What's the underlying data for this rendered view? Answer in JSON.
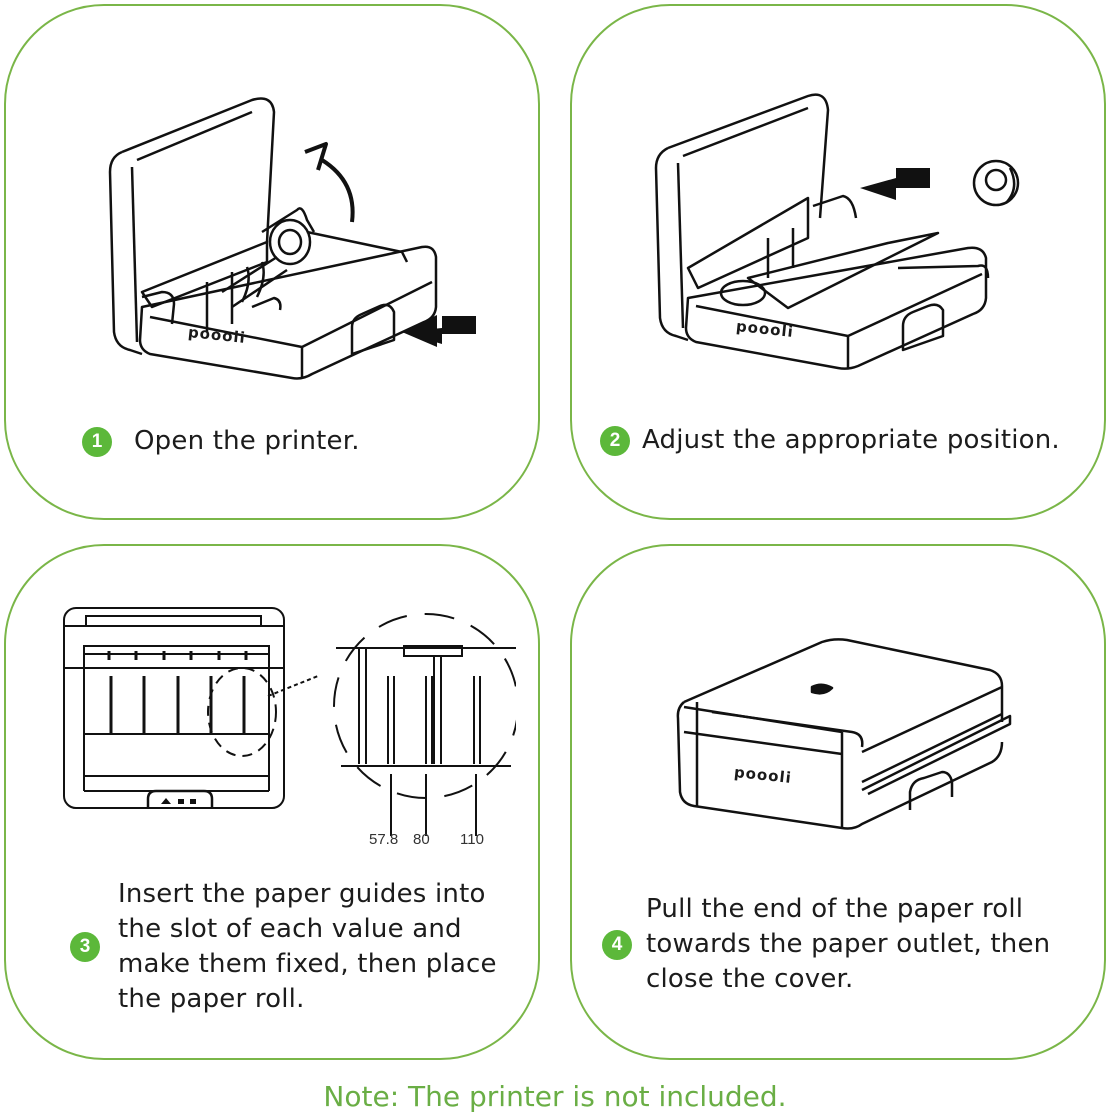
{
  "steps": [
    {
      "number": "1",
      "text": "Open the printer."
    },
    {
      "number": "2",
      "text": "Adjust the appropriate position."
    },
    {
      "number": "3",
      "lines": [
        "Insert the paper guides into",
        "the slot of each value and",
        "make them fixed, then place",
        "the paper roll."
      ]
    },
    {
      "number": "4",
      "lines": [
        "Pull the end of the paper roll",
        "towards the paper outlet, then",
        "close the cover."
      ]
    }
  ],
  "brand_label": "poooli",
  "guide_widths": [
    "57.8",
    "80",
    "110"
  ],
  "note": "Note: The printer is not included.",
  "colors": {
    "border": "#7ab648",
    "badge": "#5cb83a",
    "note": "#6aae45"
  }
}
